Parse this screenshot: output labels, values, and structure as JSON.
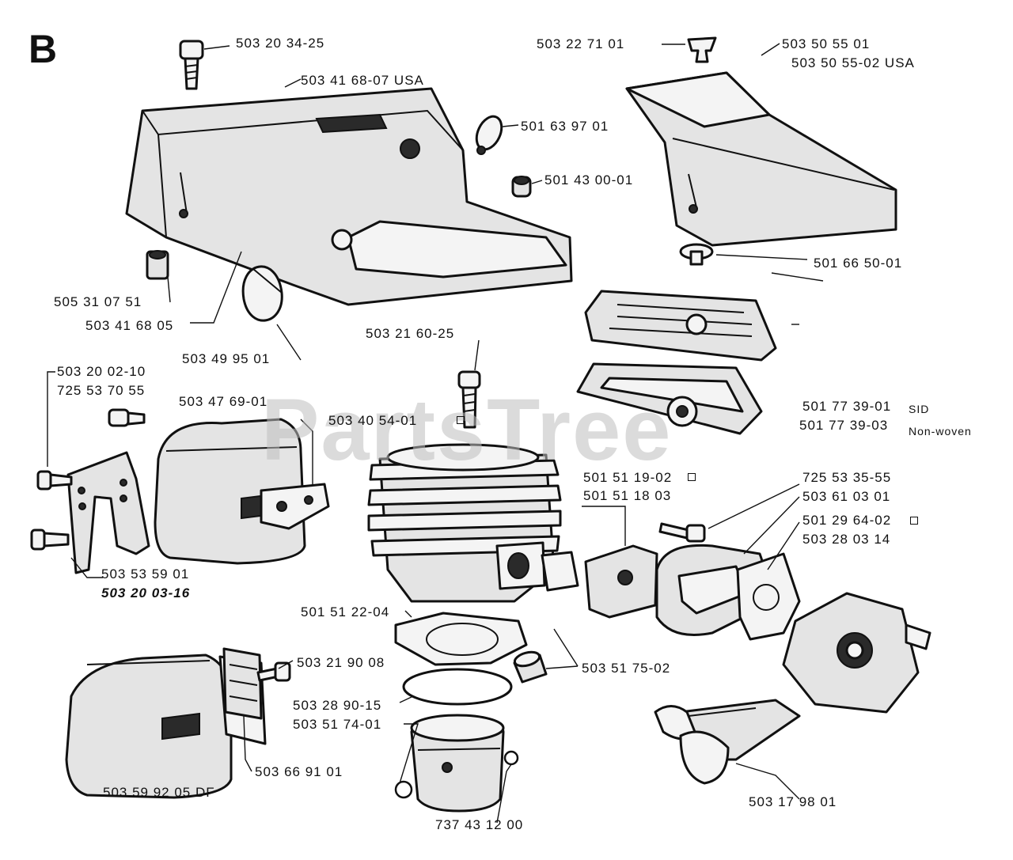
{
  "section_letter": "B",
  "watermark": "PartsTree",
  "labels": {
    "l01": "503 20 34-25",
    "l02": "503 41 68-07 USA",
    "l03": "501 63 97 01",
    "l04": "501 43 00-01",
    "l05": "503 22 71 01",
    "l06": "503 50 55 01",
    "l07": "503 50 55-02 USA",
    "l08": "501 66 50-01",
    "l09": "505 31 07 51",
    "l10": "503 41 68 05",
    "l11": "503 49 95 01",
    "l12": "503 21 60-25",
    "l13": "503 20 02-10",
    "l14": "725 53 70 55",
    "l15": "503 47 69-01",
    "l16": "503 40 54-01",
    "l17": "501 77 39-01",
    "l18": "SID",
    "l19": "501 77 39-03",
    "l20": "Non-woven",
    "l21": "501 51 19-02",
    "l22": "501 51 18 03",
    "l23": "725 53 35-55",
    "l24": "503 61 03 01",
    "l25": "501 29 64-02",
    "l26": "503 28 03 14",
    "l27": "503 53 59 01",
    "l28": "503 20 03-16",
    "l29": "501 51 22-04",
    "l30": "503 21 90 08",
    "l31": "503 51 75-02",
    "l32": "503 28 90-15",
    "l33": "503 51 74-01",
    "l34": "503 66 91 01",
    "l35": "503 59 92 05 DF",
    "l36": "737 43 12 00",
    "l37": "503 17 98 01"
  }
}
